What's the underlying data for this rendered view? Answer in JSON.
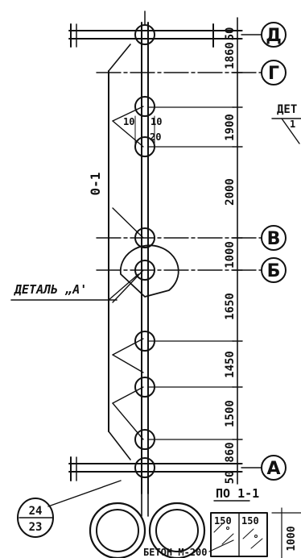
{
  "axes": [
    {
      "label": "Д"
    },
    {
      "label": "Г"
    },
    {
      "label": "В"
    },
    {
      "label": "Б"
    },
    {
      "label": "А"
    }
  ],
  "dimensions": [
    "50",
    "1860",
    "1900",
    "2000",
    "1000",
    "1650",
    "1450",
    "1500",
    "860",
    "50"
  ],
  "small_dims": {
    "a": "10",
    "b": "10",
    "c": "20"
  },
  "labels": {
    "section_mark": "0-1",
    "detail_a": "ДЕТАЛЬ „А'",
    "detail_right": "ДЕТ",
    "detail_right_sub": "1",
    "section_title": "ПО 1-1",
    "concrete": "БЕТОН М-200",
    "mark_top": "24",
    "mark_bottom": "23",
    "block_a": "150",
    "block_b": "150",
    "height_dim": "1000"
  }
}
